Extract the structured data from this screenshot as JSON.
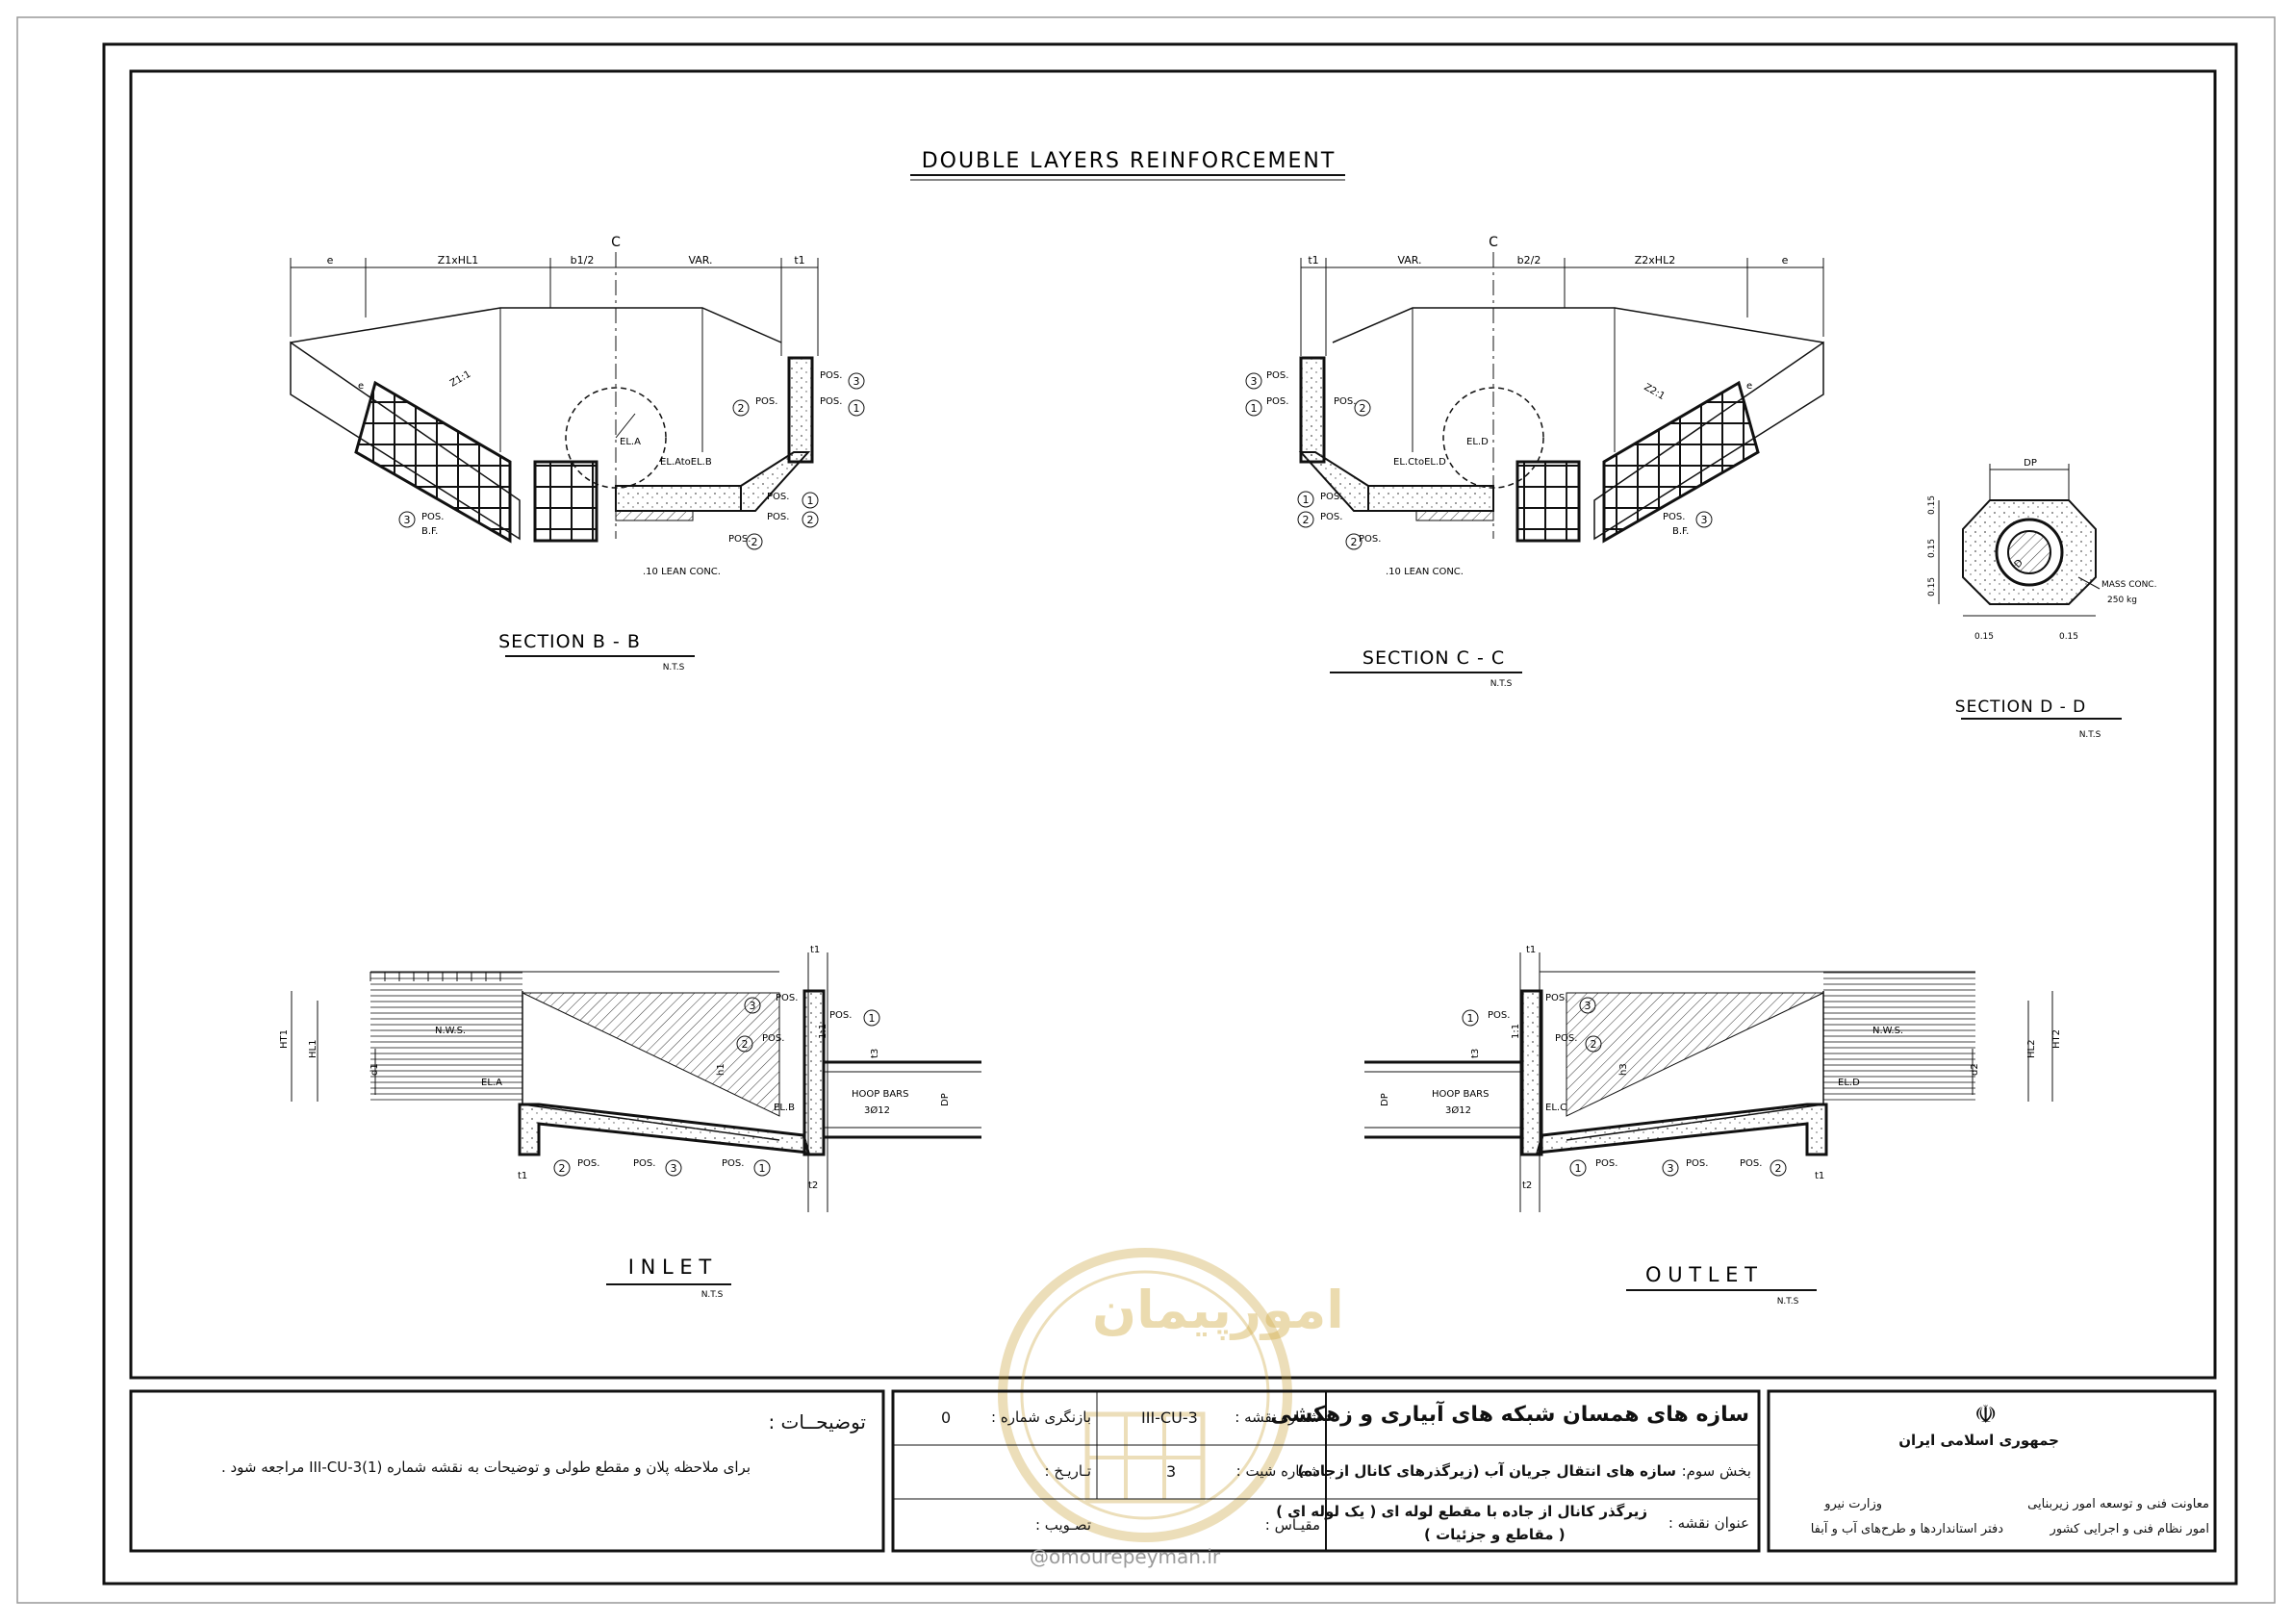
{
  "drawing": {
    "title": "DOUBLE LAYERS REINFORCEMENT",
    "sections": {
      "bb": {
        "title": "SECTION  B - B",
        "scale": "N.T.S"
      },
      "cc": {
        "title": "SECTION  C - C",
        "scale": "N.T.S"
      },
      "dd": {
        "title": "SECTION  D - D",
        "scale": "N.T.S"
      },
      "inlet": {
        "title": "I N L E T",
        "scale": "N.T.S"
      },
      "outlet": {
        "title": "O U T L E T",
        "scale": "N.T.S"
      }
    },
    "dims_bb": [
      "e",
      "Z1xHL1",
      "b1/2",
      "VAR.",
      "t1"
    ],
    "dims_cc": [
      "t1",
      "VAR.",
      "b2/2",
      "Z2xHL2",
      "e"
    ],
    "centerline": "C",
    "labels": {
      "pos": "POS.",
      "bf": "B.F.",
      "lean": ".10 LEAN CONC.",
      "el_a": "EL.A",
      "el_b": "EL.B",
      "el_c": "EL.C",
      "el_d": "EL.D",
      "el_ab": "EL.AtoEL.B",
      "el_cd": "EL.CtoEL.D",
      "z1": "Z1:1",
      "z2": "Z2:1",
      "e": "e",
      "dp": "DP",
      "d": "D",
      "mass_conc": "MASS CONC.",
      "mass_weight": "250 kg",
      "dim_015": "0.15",
      "nws": "N.W.S.",
      "hoop": "HOOP BARS",
      "hoop_spec": "3Ø12",
      "ht1": "HT1",
      "hl1": "HL1",
      "h1": "h1",
      "d1": "d1",
      "ht2": "HT2",
      "hl2": "HL2",
      "h3": "h3",
      "d2": "d2",
      "t1": "t1",
      "t2": "t2",
      "t3": "t3",
      "slope": "1:1"
    },
    "pos_numbers": [
      "1",
      "2",
      "3"
    ]
  },
  "title_block": {
    "notes_title": "توضیحــات :",
    "notes_text": "برای ملاحظه پلان و مقطع طولی و توضیحات به نقشه شماره  III-CU-3(1)  مراجعه شود .",
    "project_title": "سازه های همسان شبکه های آبیاری و زهکشی",
    "part_label": "بخش سوم:",
    "part_value": "سازه های انتقال جریان آب (زیرگذرهای کانال ازجاده)",
    "drawing_title_label": "عنوان نقشه :",
    "drawing_title_line1": "زیرگذر کانال از جاده با مقطع لوله ای ( یک لوله ای )",
    "drawing_title_line2": "( مقاطع و جزئیات )",
    "drawing_no_label": "شماره نقشه :",
    "drawing_no": "III-CU-3",
    "revision_label": "بازنگری شماره :",
    "revision": "0",
    "sheet_no_label": "شماره شیت :",
    "sheet_no": "3",
    "date_label": "تـاریـخ :",
    "scale_label": "مقیـاس :",
    "approval_label": "تصـویب :",
    "country": "جمهوری اسلامی ایران",
    "ministry": "وزارت نیرو",
    "deputy": "معاونت فنی و توسعه امور زیربنایی",
    "office": "امور نظام فنی و اجرایی کشور",
    "bureau": "دفتر استانداردها و طرح‌های آب و آبفا",
    "watermark_text": "امورپیمان",
    "watermark_url": "@omourepeyman.ir"
  }
}
